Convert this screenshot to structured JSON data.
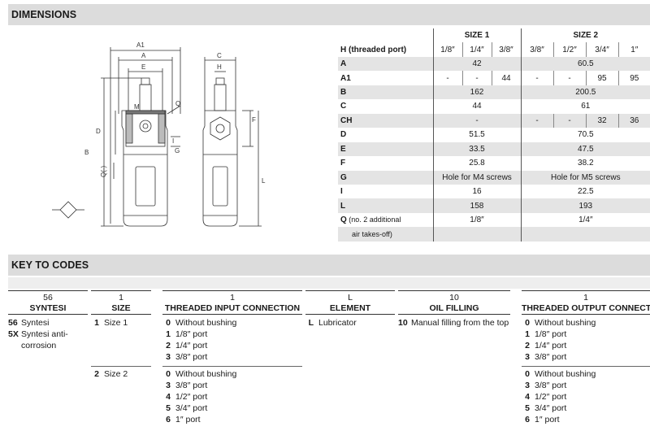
{
  "sections": {
    "dimensions": "DIMENSIONS",
    "key_to_codes": "KEY TO CODES"
  },
  "drawing": {
    "labels": {
      "A1": "A1",
      "A": "A",
      "E": "E",
      "M": "M",
      "Q": "Q",
      "D": "D",
      "B": "B",
      "G": "G",
      "I": "I",
      "Qc": "Q(-)",
      "C": "C",
      "H": "H",
      "F": "F",
      "L": "L"
    }
  },
  "dim_table": {
    "size1": "SIZE 1",
    "size2": "SIZE 2",
    "rows": [
      {
        "label": "H (threaded port)",
        "s1": [
          "1/8″",
          "1/4″",
          "3/8″"
        ],
        "s2": [
          "3/8″",
          "1/2″",
          "3/4″",
          "1″"
        ]
      },
      {
        "label": "A",
        "s1_all": "42",
        "s2_all": "60.5"
      },
      {
        "label": "A1",
        "s1": [
          "-",
          "-",
          "44"
        ],
        "s2": [
          "-",
          "-",
          "95",
          "95"
        ]
      },
      {
        "label": "B",
        "s1_all": "162",
        "s2_all": "200.5"
      },
      {
        "label": "C",
        "s1_all": "44",
        "s2_all": "61"
      },
      {
        "label": "CH",
        "s1_all": "-",
        "s2": [
          "-",
          "-",
          "32",
          "36"
        ]
      },
      {
        "label": "D",
        "s1_all": "51.5",
        "s2_all": "70.5"
      },
      {
        "label": "E",
        "s1_all": "33.5",
        "s2_all": "47.5"
      },
      {
        "label": "F",
        "s1_all": "25.8",
        "s2_all": "38.2"
      },
      {
        "label": "G",
        "s1_all": "Hole for M4 screws",
        "s2_all": "Hole for M5 screws"
      },
      {
        "label": "I",
        "s1_all": "16",
        "s2_all": "22.5"
      },
      {
        "label": "L",
        "s1_all": "158",
        "s2_all": "193"
      },
      {
        "label": "Q",
        "label_note": "(no. 2 additional",
        "s1_all": "1/8″",
        "s2_all": "1/4″"
      },
      {
        "label": "",
        "label_note": "air takes-off)",
        "s1_all": "",
        "s2_all": ""
      }
    ]
  },
  "key": {
    "cols": [
      {
        "num": "56",
        "title": "SYNTESI",
        "items": [
          {
            "code": "56",
            "text": "Syntesi"
          },
          {
            "code": "5X",
            "text": "Syntesi anti-corrosion"
          }
        ]
      },
      {
        "num": "1",
        "title": "SIZE",
        "items": [
          {
            "code": "1",
            "text": "Size 1"
          }
        ],
        "items2": [
          {
            "code": "2",
            "text": "Size 2"
          }
        ]
      },
      {
        "num": "1",
        "title": "THREADED INPUT CONNECTION",
        "items": [
          {
            "code": "0",
            "text": "Without bushing"
          },
          {
            "code": "1",
            "text": "1/8″ port"
          },
          {
            "code": "2",
            "text": "1/4″ port"
          },
          {
            "code": "3",
            "text": "3/8″ port"
          }
        ],
        "items2": [
          {
            "code": "0",
            "text": "Without bushing"
          },
          {
            "code": "3",
            "text": "3/8″ port"
          },
          {
            "code": "4",
            "text": "1/2″ port"
          },
          {
            "code": "5",
            "text": "3/4″ port"
          },
          {
            "code": "6",
            "text": "1″ port"
          }
        ]
      },
      {
        "num": "L",
        "title": "ELEMENT",
        "items": [
          {
            "code": "L",
            "text": "Lubricator"
          }
        ]
      },
      {
        "num": "10",
        "title": "OIL FILLING",
        "items": [
          {
            "code": "10",
            "text": "Manual filling from the top"
          }
        ]
      },
      {
        "num": "1",
        "title": "THREADED OUTPUT CONNECTION",
        "items": [
          {
            "code": "0",
            "text": "Without bushing"
          },
          {
            "code": "1",
            "text": "1/8″ port"
          },
          {
            "code": "2",
            "text": "1/4″ port"
          },
          {
            "code": "3",
            "text": "3/8″ port"
          }
        ],
        "items2": [
          {
            "code": "0",
            "text": "Without bushing"
          },
          {
            "code": "3",
            "text": "3/8″ port"
          },
          {
            "code": "4",
            "text": "1/2″ port"
          },
          {
            "code": "5",
            "text": "3/4″ port"
          },
          {
            "code": "6",
            "text": "1″ port"
          }
        ]
      }
    ]
  }
}
